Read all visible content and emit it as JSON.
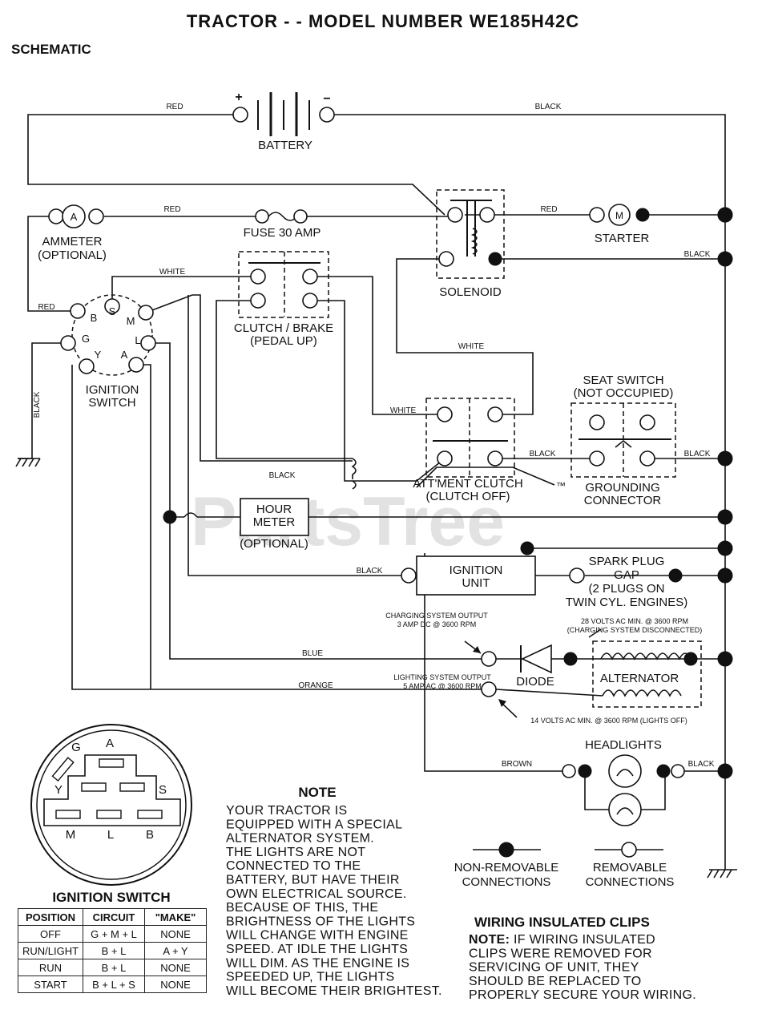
{
  "title": "TRACTOR - - MODEL NUMBER WE185H42C",
  "subtitle": "SCHEMATIC",
  "watermark": "PartsTree",
  "trademark": "™",
  "components": {
    "battery": "BATTERY",
    "battery_pos": "+",
    "battery_neg": "−",
    "ammeter_symbol": "A",
    "ammeter": "AMMETER",
    "ammeter_sub": "(OPTIONAL)",
    "fuse": "FUSE 30 AMP",
    "solenoid": "SOLENOID",
    "starter_symbol": "M",
    "starter": "STARTER",
    "clutch_brake": "CLUTCH / BRAKE",
    "clutch_brake_sub": "(PEDAL UP)",
    "ignition_switch": "IGNITION",
    "ignition_switch_sub": "SWITCH",
    "seat_switch": "SEAT SWITCH",
    "seat_switch_sub": "(NOT OCCUPIED)",
    "attment_clutch": "ATT'MENT CLUTCH",
    "attment_clutch_sub": "(CLUTCH OFF)",
    "grounding": "GROUNDING",
    "grounding_sub": "CONNECTOR",
    "hour_meter_1": "HOUR",
    "hour_meter_2": "METER",
    "hour_meter_sub": "(OPTIONAL)",
    "ignition_unit_1": "IGNITION",
    "ignition_unit_2": "UNIT",
    "spark_1": "SPARK PLUG",
    "spark_2": "GAP",
    "spark_3": "(2 PLUGS ON",
    "spark_4": "TWIN CYL. ENGINES)",
    "diode": "DIODE",
    "alternator": "ALTERNATOR",
    "headlights": "HEADLIGHTS"
  },
  "switch_terminals": {
    "b": "B",
    "s": "S",
    "m": "M",
    "g": "G",
    "l": "L",
    "y": "Y",
    "a": "A"
  },
  "wires": {
    "red": "RED",
    "black": "BLACK",
    "white": "WHITE",
    "blue": "BLUE",
    "orange": "ORANGE",
    "brown": "BROWN"
  },
  "annotations": {
    "charging_1": "CHARGING SYSTEM OUTPUT",
    "charging_2": "3 AMP DC @ 3600 RPM",
    "volts28_1": "28 VOLTS AC MIN. @ 3600 RPM",
    "volts28_2": "(CHARGING SYSTEM DISCONNECTED)",
    "lighting_1": "LIGHTING SYSTEM OUTPUT",
    "lighting_2": "5 AMP AC @ 3600 RPM",
    "volts14": "14 VOLTS AC MIN. @ 3600 RPM (LIGHTS OFF)"
  },
  "legend": {
    "non_removable_1": "NON-REMOVABLE",
    "non_removable_2": "CONNECTIONS",
    "removable_1": "REMOVABLE",
    "removable_2": "CONNECTIONS"
  },
  "ignition_switch_diagram": {
    "title": "IGNITION SWITCH",
    "pins": {
      "a": "A",
      "g": "G",
      "y": "Y",
      "s": "S",
      "m": "M",
      "l": "L",
      "b": "B"
    }
  },
  "ignition_table": {
    "headers": [
      "POSITION",
      "CIRCUIT",
      "\"MAKE\""
    ],
    "rows": [
      [
        "OFF",
        "G + M + L",
        "NONE"
      ],
      [
        "RUN/LIGHT",
        "B + L",
        "A + Y"
      ],
      [
        "RUN",
        "B + L",
        "NONE"
      ],
      [
        "START",
        "B + L + S",
        "NONE"
      ]
    ]
  },
  "note": {
    "title": "NOTE",
    "lines": [
      "YOUR TRACTOR IS",
      "EQUIPPED WITH A SPECIAL",
      "ALTERNATOR SYSTEM.",
      "THE LIGHTS ARE NOT",
      "CONNECTED TO THE",
      "BATTERY, BUT HAVE THEIR",
      "OWN ELECTRICAL SOURCE.",
      "BECAUSE OF THIS, THE",
      "BRIGHTNESS OF THE LIGHTS",
      "WILL CHANGE WITH ENGINE",
      "SPEED.  AT IDLE THE LIGHTS",
      "WILL DIM.  AS THE ENGINE IS",
      "SPEEDED UP, THE LIGHTS",
      "WILL BECOME THEIR BRIGHTEST."
    ]
  },
  "clips": {
    "title": "WIRING INSULATED CLIPS",
    "note_label": "NOTE:",
    "lines": [
      " IF WIRING INSULATED",
      "CLIPS WERE REMOVED FOR",
      "SERVICING OF UNIT, THEY",
      "SHOULD BE REPLACED TO",
      "PROPERLY SECURE YOUR WIRING."
    ]
  }
}
